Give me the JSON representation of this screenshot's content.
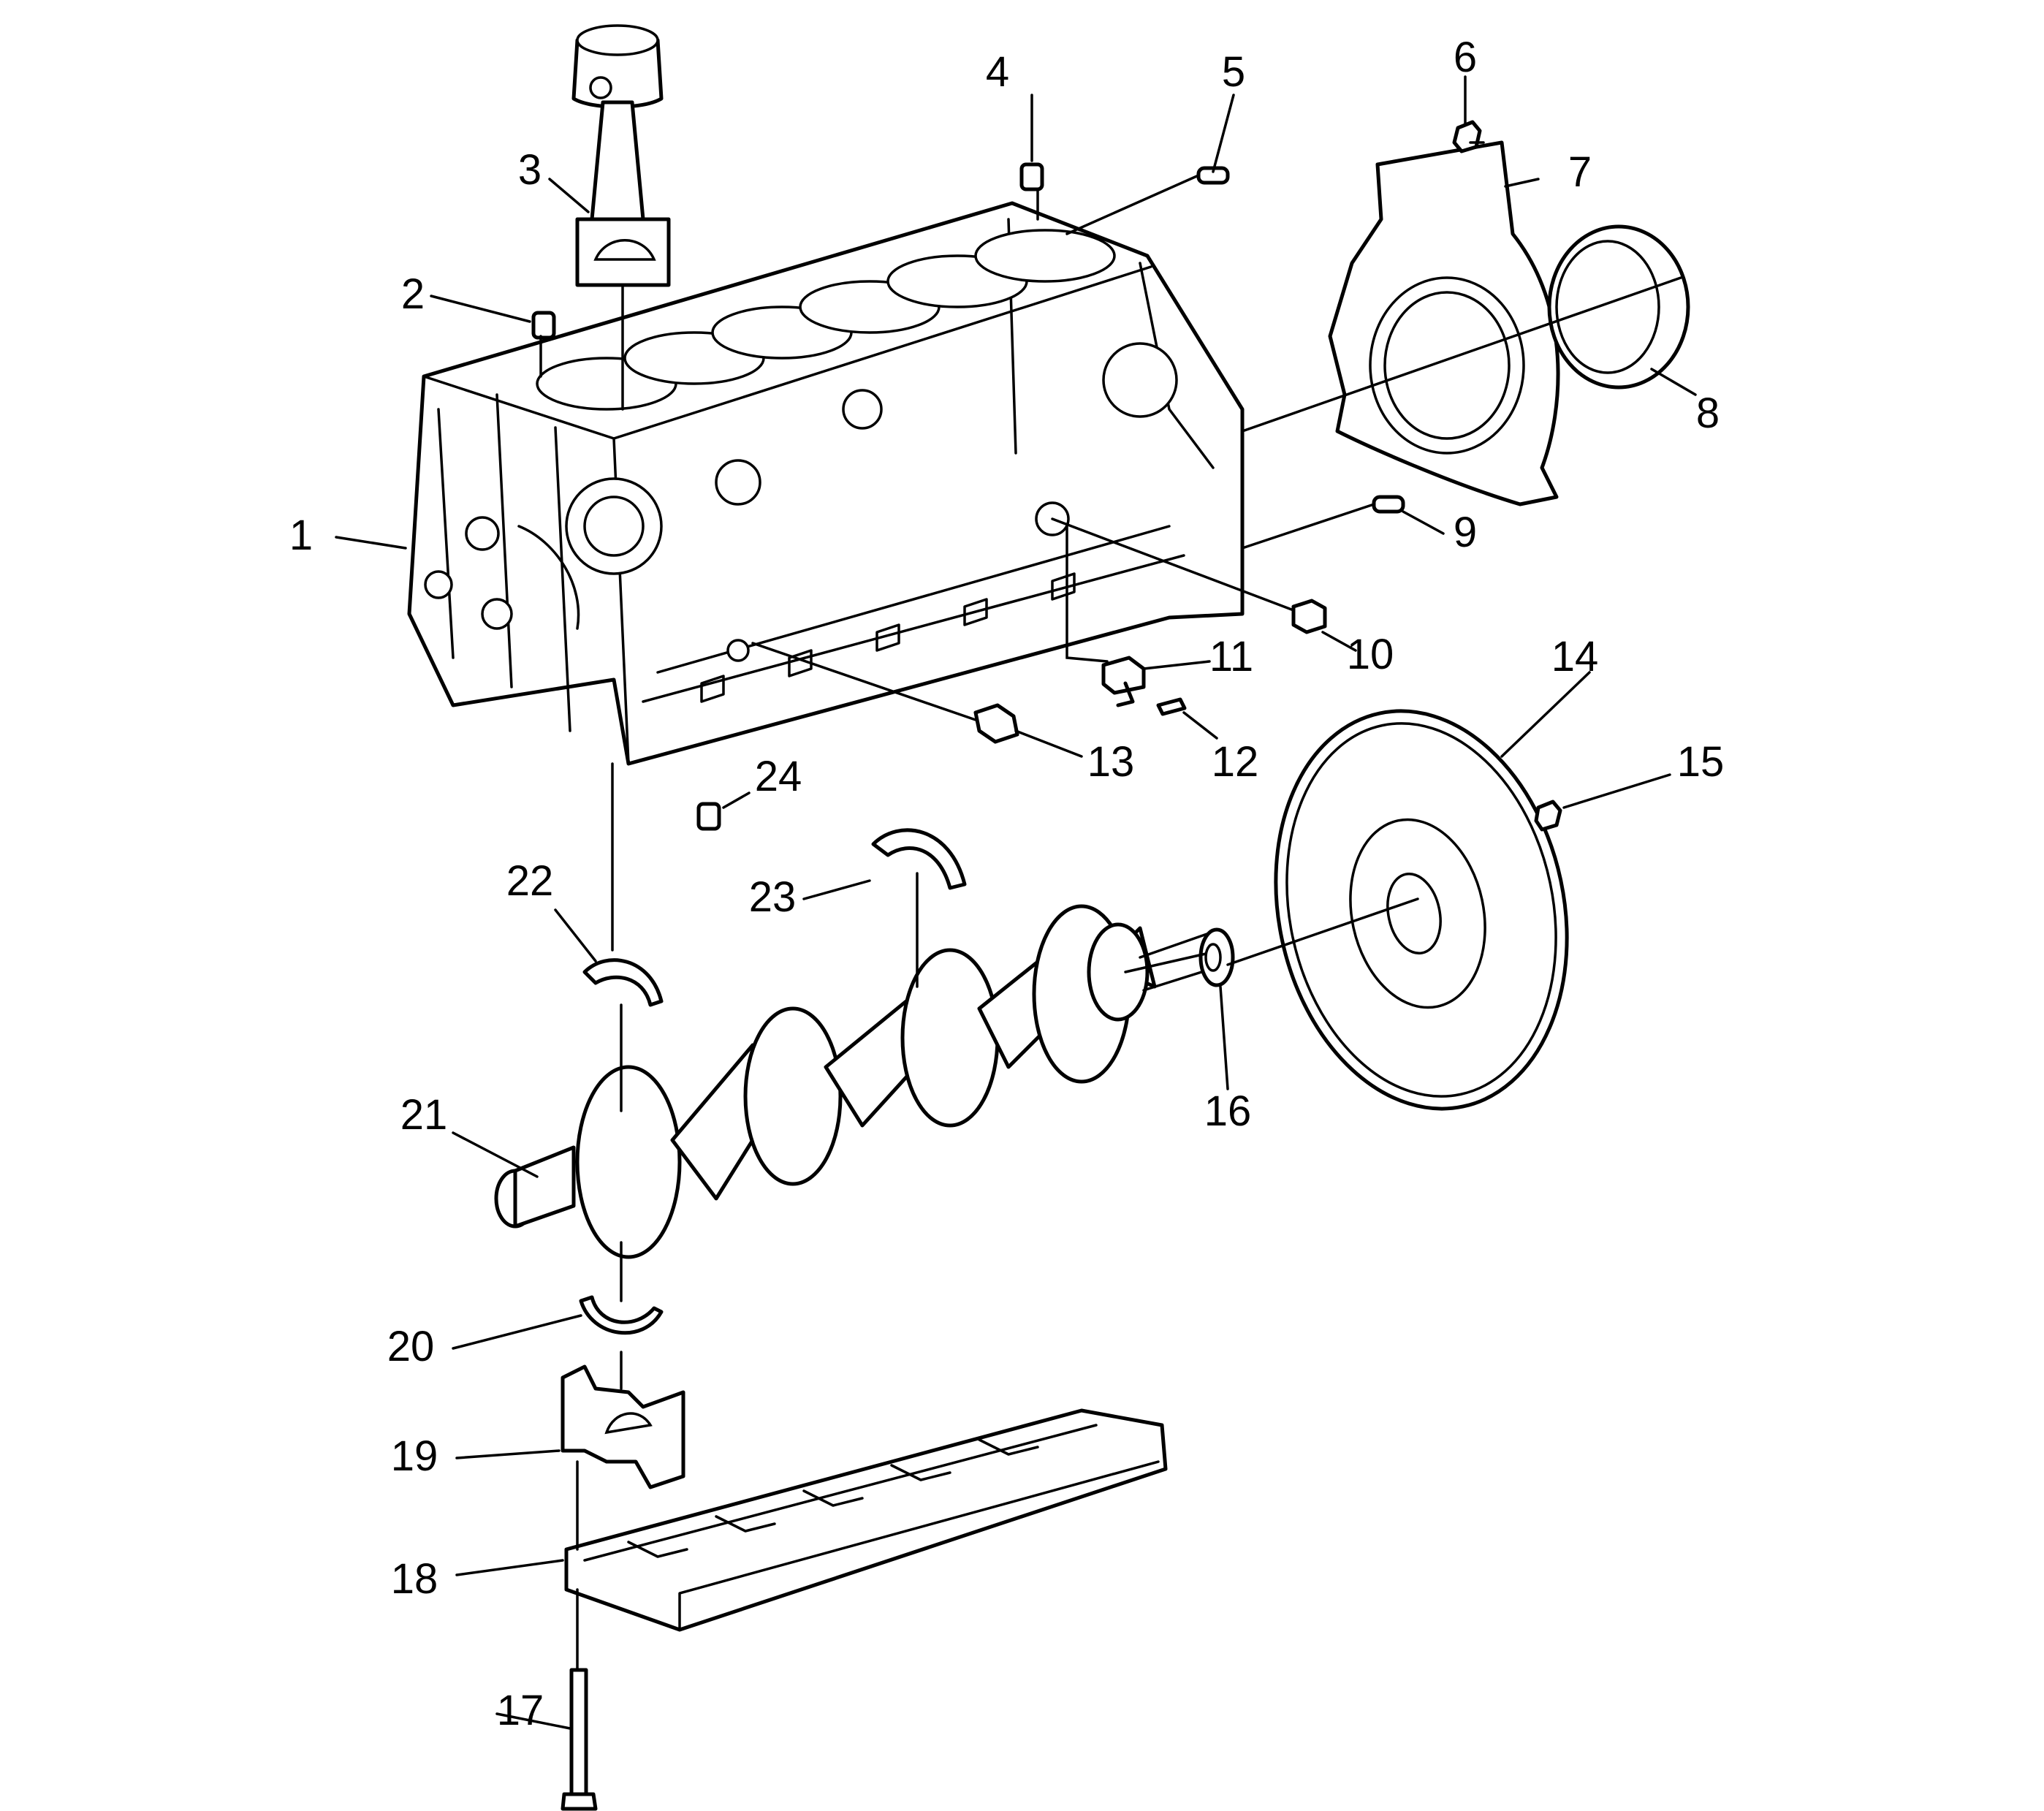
{
  "callouts": [
    {
      "id": "1",
      "label": "1"
    },
    {
      "id": "2",
      "label": "2"
    },
    {
      "id": "3",
      "label": "3"
    },
    {
      "id": "4",
      "label": "4"
    },
    {
      "id": "5",
      "label": "5"
    },
    {
      "id": "6",
      "label": "6"
    },
    {
      "id": "7",
      "label": "7"
    },
    {
      "id": "8",
      "label": "8"
    },
    {
      "id": "9",
      "label": "9"
    },
    {
      "id": "10",
      "label": "10"
    },
    {
      "id": "11",
      "label": "11"
    },
    {
      "id": "12",
      "label": "12"
    },
    {
      "id": "13",
      "label": "13"
    },
    {
      "id": "14",
      "label": "14"
    },
    {
      "id": "15",
      "label": "15"
    },
    {
      "id": "16",
      "label": "16"
    },
    {
      "id": "17",
      "label": "17"
    },
    {
      "id": "18",
      "label": "18"
    },
    {
      "id": "19",
      "label": "19"
    },
    {
      "id": "20",
      "label": "20"
    },
    {
      "id": "21",
      "label": "21"
    },
    {
      "id": "22",
      "label": "22"
    },
    {
      "id": "23",
      "label": "23"
    },
    {
      "id": "24",
      "label": "24"
    }
  ]
}
